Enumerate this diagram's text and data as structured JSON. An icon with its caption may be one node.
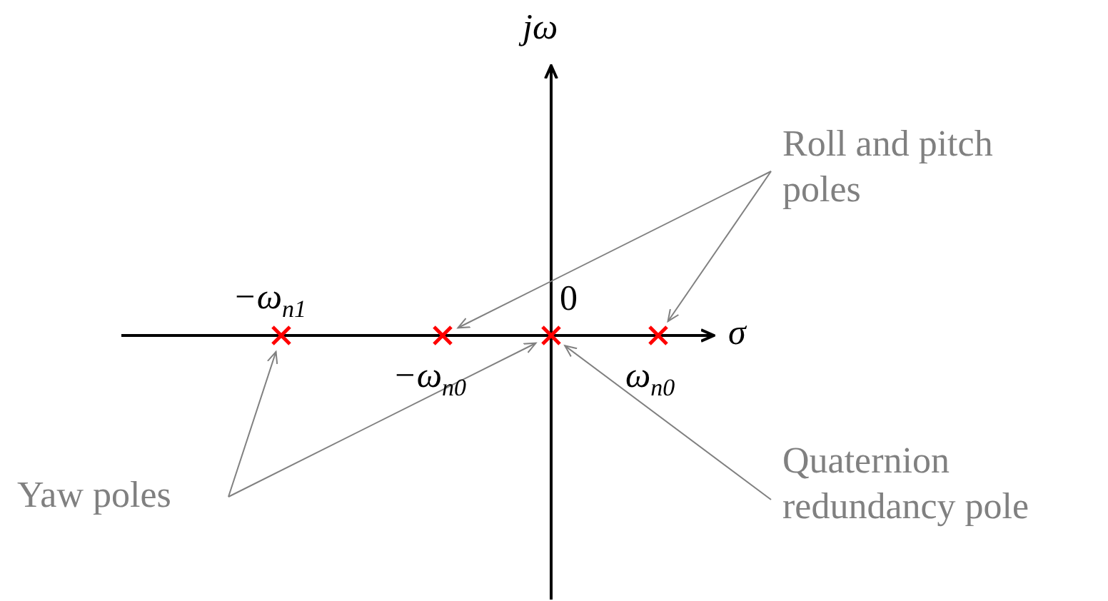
{
  "diagram": {
    "nodes": [
      {
        "text": [
          "Roll and pitch poles"
        ]
      },
      {
        "text": [],
        "shape": "cross",
        "beside": [
          "−ω$_{n1}$"
        ]
      },
      {
        "text": [],
        "shape": "cross",
        "beside": [
          "−ω$_{n0}$"
        ]
      },
      {
        "text": [],
        "shape": "cross",
        "beside": [
          "0"
        ]
      },
      {
        "text": [],
        "shape": "cross",
        "beside": [
          "ω$_{n0}$"
        ]
      },
      {
        "text": [
          "Yaw poles"
        ]
      },
      {
        "text": [
          "Quaternion redundancy pole"
        ]
      }
    ],
    "edges": [
      {
        "from": 0,
        "to": 2,
        "arrow": "to"
      },
      {
        "from": 0,
        "to": 4,
        "arrow": "to"
      },
      {
        "from": 5,
        "to": 1,
        "arrow": "to"
      },
      {
        "from": 5,
        "to": 3,
        "arrow": "to"
      },
      {
        "from": 6,
        "to": 3,
        "arrow": "to"
      }
    ],
    "labels": [
      "jω",
      "σ"
    ]
  }
}
